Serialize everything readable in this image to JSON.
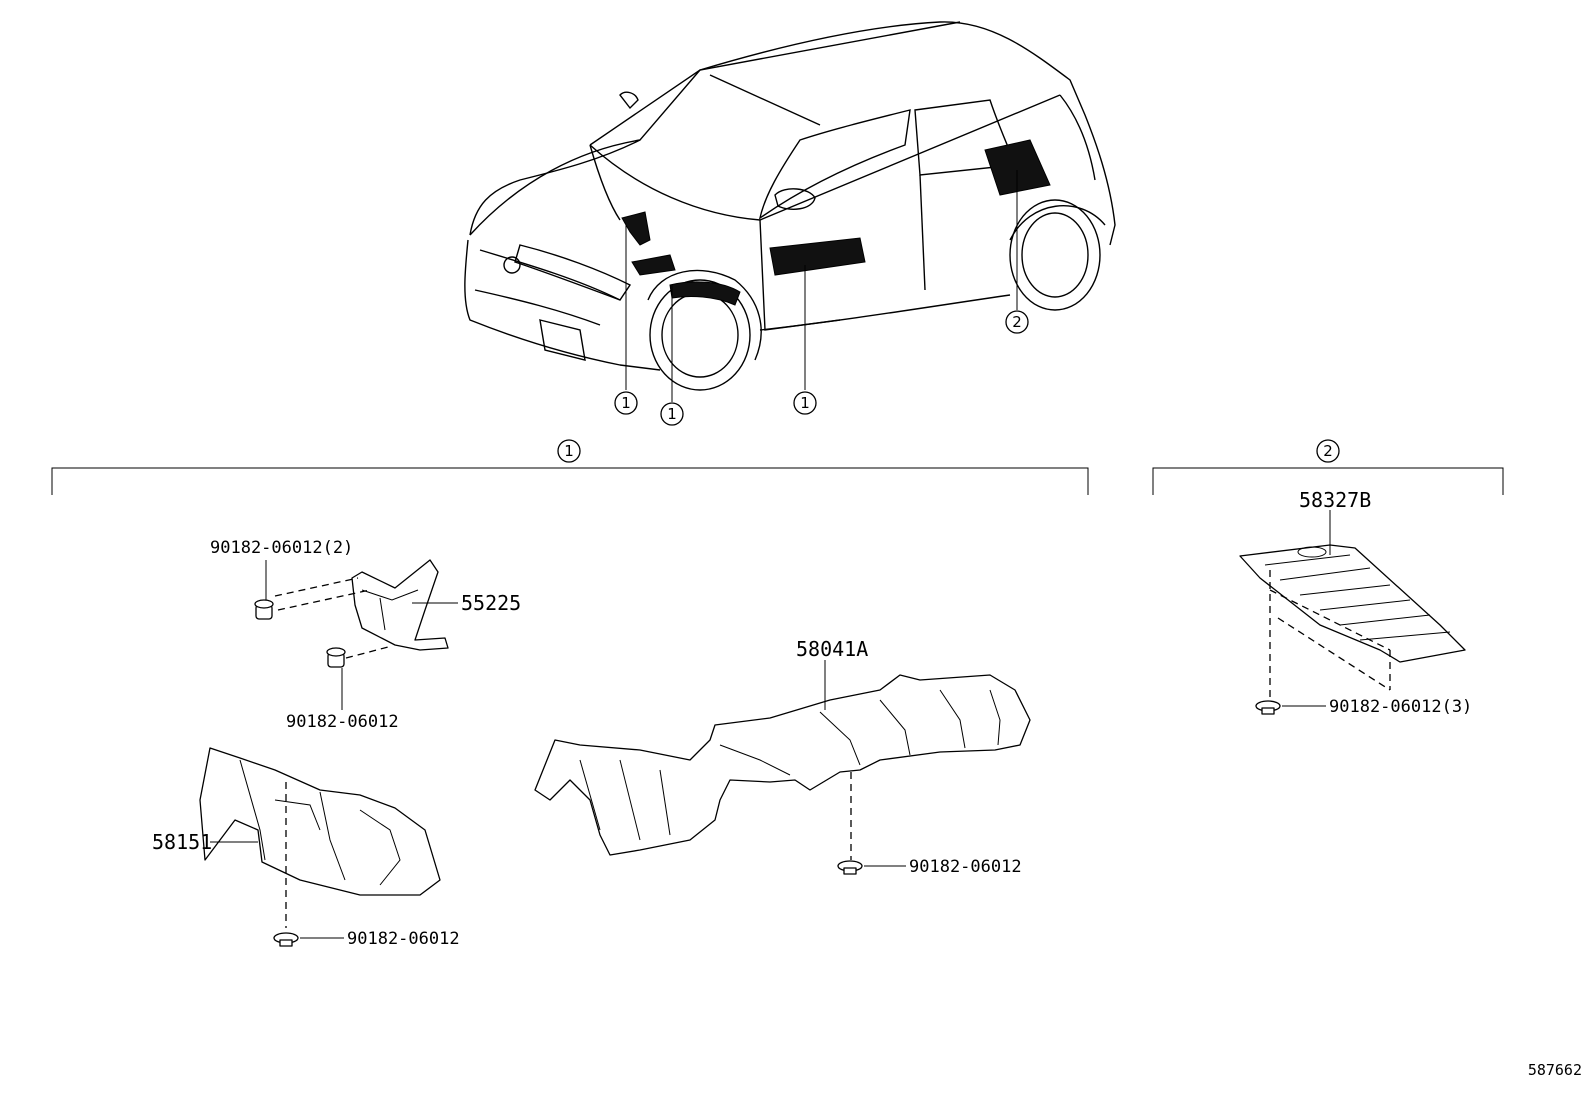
{
  "callouts": {
    "group1": "1",
    "group2": "2"
  },
  "car_callouts": [
    "1",
    "1",
    "1",
    "2"
  ],
  "parts": {
    "p55225": "55225",
    "p58151": "58151",
    "p58041A": "58041A",
    "p58327B": "58327B"
  },
  "fasteners": {
    "f_top_pair": "90182-06012(2)",
    "f_55225_lower": "90182-06012",
    "f_58151": "90182-06012",
    "f_58041A": "90182-06012",
    "f_58327B": "90182-06012(3)"
  },
  "reference_number": "587662"
}
